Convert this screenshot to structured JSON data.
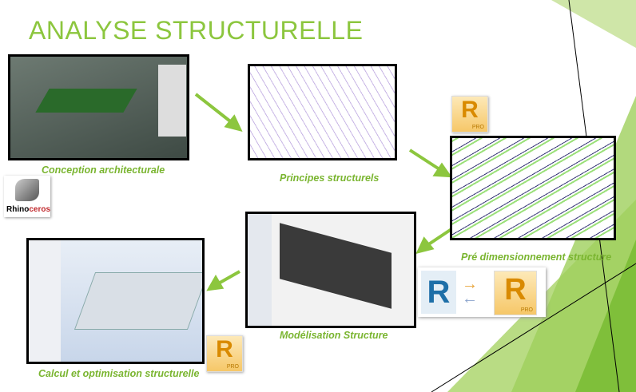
{
  "title": "ANALYSE STRUCTURELLE",
  "steps": [
    {
      "label": "Conception architecturale"
    },
    {
      "label": "Principes structurels"
    },
    {
      "label": "Pré dimensionnement structure"
    },
    {
      "label": "Modélisation Structure"
    },
    {
      "label": "Calcul et optimisation structurelle"
    }
  ],
  "logos": {
    "rhino_a": "Rhino",
    "rhino_b": "ceros",
    "revit_letter": "R",
    "pro": "PRO"
  },
  "colors": {
    "accent": "#8cc63e",
    "caption": "#7ab530"
  }
}
